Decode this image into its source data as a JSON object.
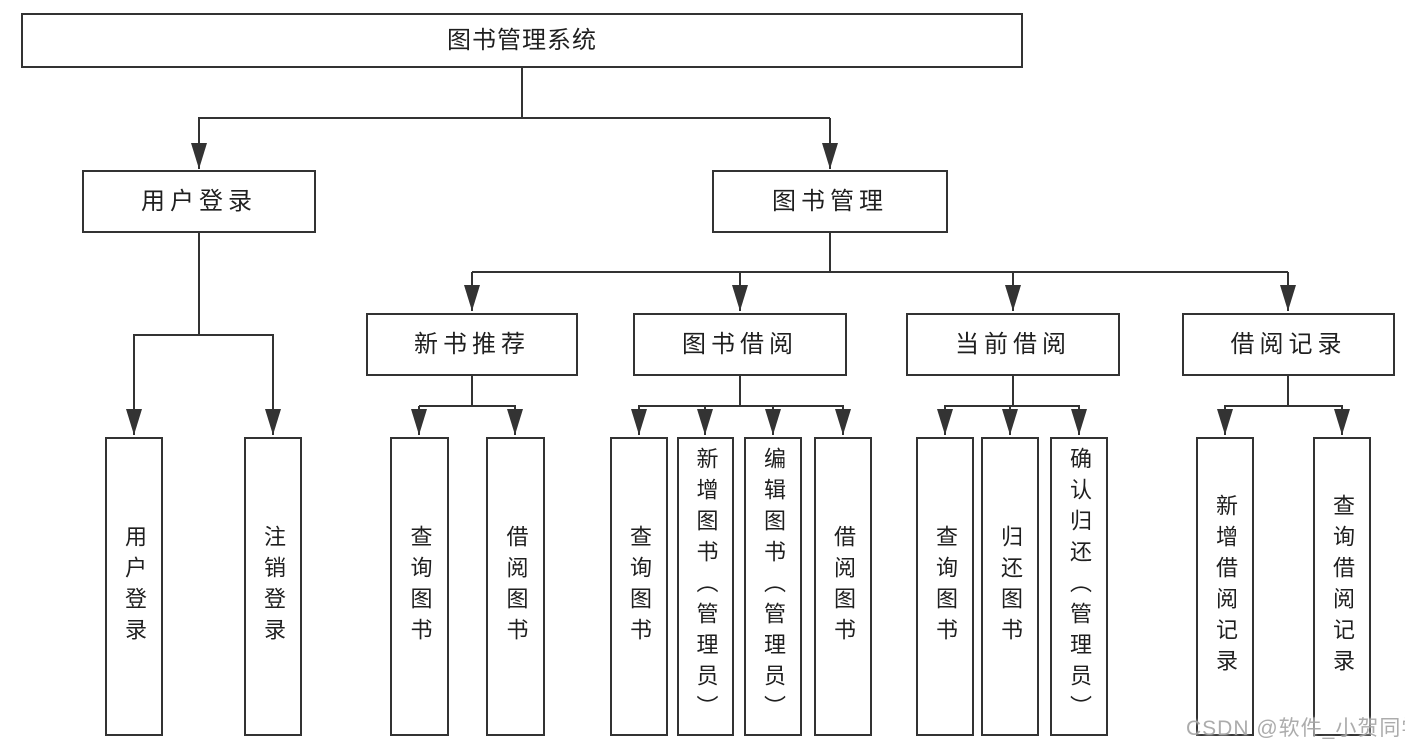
{
  "diagram": {
    "title": "图书管理系统",
    "colors": {
      "line": "#333333",
      "box_border": "#333333",
      "text": "#1f1f1f",
      "background": "#ffffff",
      "watermark": "#a3a3a3"
    },
    "root": {
      "label": "图书管理系统"
    },
    "level2": [
      {
        "label": "用户登录"
      },
      {
        "label": "图书管理"
      }
    ],
    "level3": [
      {
        "label": "新书推荐",
        "parent": "图书管理"
      },
      {
        "label": "图书借阅",
        "parent": "图书管理"
      },
      {
        "label": "当前借阅",
        "parent": "图书管理"
      },
      {
        "label": "借阅记录",
        "parent": "图书管理"
      }
    ],
    "leaves": [
      {
        "label": "用户登录",
        "parent": "用户登录"
      },
      {
        "label": "注销登录",
        "parent": "用户登录"
      },
      {
        "label": "查询图书",
        "parent": "新书推荐"
      },
      {
        "label": "借阅图书",
        "parent": "新书推荐"
      },
      {
        "label": "查询图书",
        "parent": "图书借阅"
      },
      {
        "label": "新增图书（管理员）",
        "parent": "图书借阅"
      },
      {
        "label": "编辑图书（管理员）",
        "parent": "图书借阅"
      },
      {
        "label": "借阅图书",
        "parent": "图书借阅"
      },
      {
        "label": "查询图书",
        "parent": "当前借阅"
      },
      {
        "label": "归还图书",
        "parent": "当前借阅"
      },
      {
        "label": "确认归还（管理员）",
        "parent": "当前借阅"
      },
      {
        "label": "新增借阅记录",
        "parent": "借阅记录"
      },
      {
        "label": "查询借阅记录",
        "parent": "借阅记录"
      }
    ]
  },
  "watermark": {
    "text": "CSDN @软件_小贺同学"
  }
}
